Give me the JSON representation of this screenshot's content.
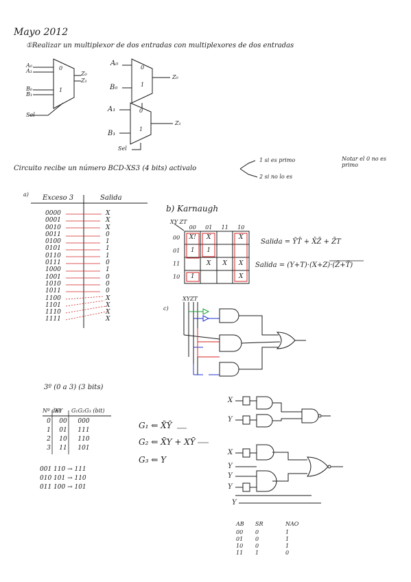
{
  "header": {
    "date": "Mayo 2012"
  },
  "q1": {
    "statement": "①Realizar un multiplexor de dos entradas con multiplexores de dos entradas",
    "mux_big": {
      "in_a0": "A₀",
      "in_a1": "A₁",
      "sel0": "0",
      "in_b0": "B₀",
      "in_b1": "B₁",
      "sel1": "1",
      "out_z0": "Z₀",
      "out_z1": "Z₁",
      "sel": "Sel"
    },
    "mux_a": {
      "in_top": "A₀",
      "in_bot": "B₀",
      "s0": "0",
      "s1": "1",
      "out": "Z₀"
    },
    "mux_b": {
      "in_top": "A₁",
      "in_bot": "B₁",
      "s0": "0",
      "s1": "1",
      "out": "Z₁",
      "sel": "Sel"
    }
  },
  "q2": {
    "statement": "Circuito recibe un número BCD-XS3 (4 bits) activalo",
    "branch_1": "1 si es primo",
    "branch_2": "2 si no lo es",
    "note": "Notar el 0 no es primo"
  },
  "truth_table": {
    "label": "a)",
    "header_in": "Exceso 3",
    "header_out": "Salida",
    "inputs": [
      "0000",
      "0001",
      "0010",
      "0011",
      "0100",
      "0101",
      "0110",
      "0111",
      "1000",
      "1001",
      "1010",
      "1011",
      "1100",
      "1101",
      "1110",
      "1111"
    ],
    "outputs": [
      "X",
      "X",
      "X",
      "0",
      "1",
      "1",
      "1",
      "0",
      "1",
      "0",
      "0",
      "0",
      "X",
      "X",
      "X",
      "X"
    ]
  },
  "karnaugh": {
    "title": "b) Karnaugh",
    "axis": "XY ZT",
    "col_headers": [
      "00",
      "01",
      "11",
      "10"
    ],
    "row_headers": [
      "00",
      "01",
      "11",
      "10"
    ],
    "cells": [
      [
        "X!",
        "X",
        "",
        "X"
      ],
      [
        "1",
        "1",
        "",
        ""
      ],
      [
        "",
        "X",
        "X",
        "X"
      ],
      [
        "1",
        "",
        "",
        "X"
      ]
    ],
    "formula_sop": "Salida = ȲT̄ + X̄Z̄ + Z̄T",
    "formula_pos": "Salida = (Y+T)·(X+Z)·(Z̄+T̄)",
    "gates_label": "c)",
    "gates_inputs": "XYZT"
  },
  "q3": {
    "header": "3º (0 a 3)   (3 bits)",
    "table_headers": [
      "Nº dec",
      "XY",
      "G₁G₂G₃ (bit)"
    ],
    "rows": [
      {
        "dec": "0",
        "xy": "00",
        "out": "000"
      },
      {
        "dec": "1",
        "xy": "01",
        "out": "111"
      },
      {
        "dec": "2",
        "xy": "10",
        "out": "110"
      },
      {
        "dec": "3",
        "xy": "11",
        "out": "101"
      }
    ],
    "mappings": [
      "001   110 → 111",
      "010   101 → 110",
      "011   100 → 101"
    ],
    "eq_g1": "G₁ ⇐ X̄Ȳ",
    "eq_g2": "G₂ ⇐ X̄Y + XȲ",
    "eq_g3": "G₃ ⇐ Y",
    "circuit_inputs": [
      "X",
      "Y",
      "X",
      "Y",
      "Y",
      "Y",
      "Y"
    ],
    "ab_table": {
      "headers": [
        "AB",
        "SR",
        "NAO"
      ],
      "rows": [
        [
          "00",
          "0",
          "1"
        ],
        [
          "01",
          "0",
          "1"
        ],
        [
          "10",
          "0",
          "1"
        ],
        [
          "11",
          "1",
          "0"
        ]
      ]
    }
  },
  "colors": {
    "ink": "#1a1a1a",
    "red": "#d42020",
    "blue": "#2030c8",
    "green": "#18a030"
  }
}
